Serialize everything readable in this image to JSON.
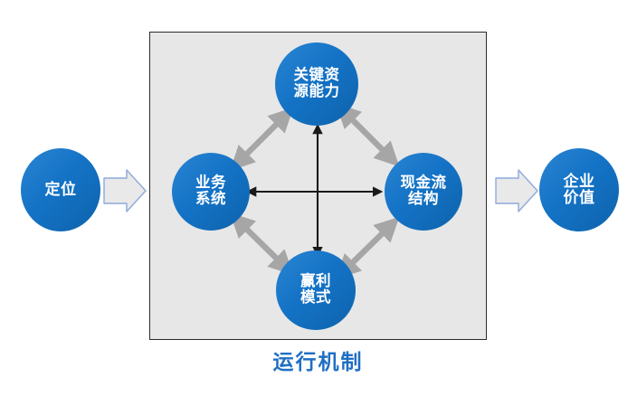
{
  "diagram": {
    "caption": "运行机制",
    "panel": {
      "background_color": "#E7E7E7",
      "border_color": "#2B2B2B"
    },
    "colors": {
      "node_blue": "#1473C6",
      "node_text": "#FFFFFF",
      "caption_blue": "#1F6FC4",
      "diagonal_arrow_gray": "#A6A6A6",
      "cross_arrow_black": "#1A1A1A",
      "block_arrow_fill": "#E8E8E8",
      "block_arrow_border": "#8EA9DB",
      "page_background": "#FFFFFF"
    },
    "outer_nodes": [
      {
        "id": "positioning",
        "lines": [
          "定位"
        ],
        "position": "left"
      },
      {
        "id": "enterprise-value",
        "lines": [
          "企业",
          "价值"
        ],
        "position": "right"
      }
    ],
    "inner_nodes": [
      {
        "id": "key-resource-capability",
        "lines": [
          "关键资",
          "源能力"
        ],
        "position": "top"
      },
      {
        "id": "business-system",
        "lines": [
          "业务",
          "系统"
        ],
        "position": "left"
      },
      {
        "id": "cashflow-structure",
        "lines": [
          "现金流",
          "结构"
        ],
        "position": "right"
      },
      {
        "id": "profit-model",
        "lines": [
          "赢利",
          "模式"
        ],
        "position": "bottom"
      }
    ],
    "connectors": {
      "diagonal": [
        {
          "from": "business-system",
          "to": "key-resource-capability",
          "style": "double-headed",
          "color": "#A6A6A6"
        },
        {
          "from": "key-resource-capability",
          "to": "cashflow-structure",
          "style": "double-headed",
          "color": "#A6A6A6"
        },
        {
          "from": "business-system",
          "to": "profit-model",
          "style": "double-headed",
          "color": "#A6A6A6"
        },
        {
          "from": "profit-model",
          "to": "cashflow-structure",
          "style": "double-headed",
          "color": "#A6A6A6"
        }
      ],
      "cross": [
        {
          "orientation": "horizontal",
          "style": "double-headed",
          "color": "#1A1A1A"
        },
        {
          "orientation": "vertical",
          "style": "double-headed",
          "color": "#1A1A1A"
        }
      ],
      "block_arrows": [
        {
          "id": "positioning-to-panel",
          "direction": "right"
        },
        {
          "id": "panel-to-enterprise-value",
          "direction": "right"
        }
      ]
    }
  }
}
